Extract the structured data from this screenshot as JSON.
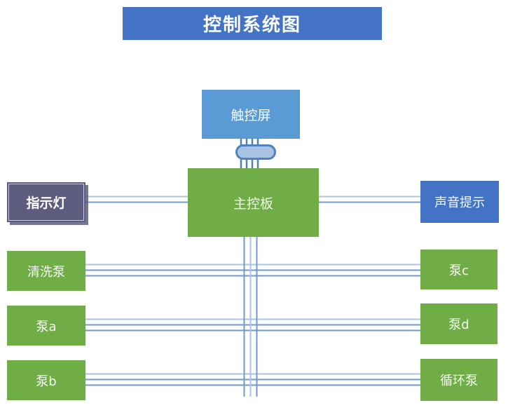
{
  "diagram": {
    "title": "控制系统图",
    "nodes": {
      "touch_screen": {
        "label": "触控屏"
      },
      "main_board": {
        "label": "主控板"
      },
      "indicator_light": {
        "label": "指示灯"
      },
      "sound_alert": {
        "label": "声音提示"
      },
      "wash_pump": {
        "label": "清洗泵"
      },
      "pump_a": {
        "label": "泵a"
      },
      "pump_b": {
        "label": "泵b"
      },
      "pump_c": {
        "label": "泵c"
      },
      "pump_d": {
        "label": "泵d"
      },
      "circulation_pump": {
        "label": "循环泵"
      }
    },
    "colors": {
      "title_bg": "#4472c4",
      "touch_screen_bg": "#5b9bd5",
      "green_bg": "#70ad47",
      "indicator_bg": "#5d5c7e",
      "sound_bg": "#4472c4",
      "connector_fill": "#a9c4e3",
      "connector_border": "#4f81bd",
      "line_light": "#a9c3e2",
      "line_dark": "#6f9ace"
    }
  }
}
